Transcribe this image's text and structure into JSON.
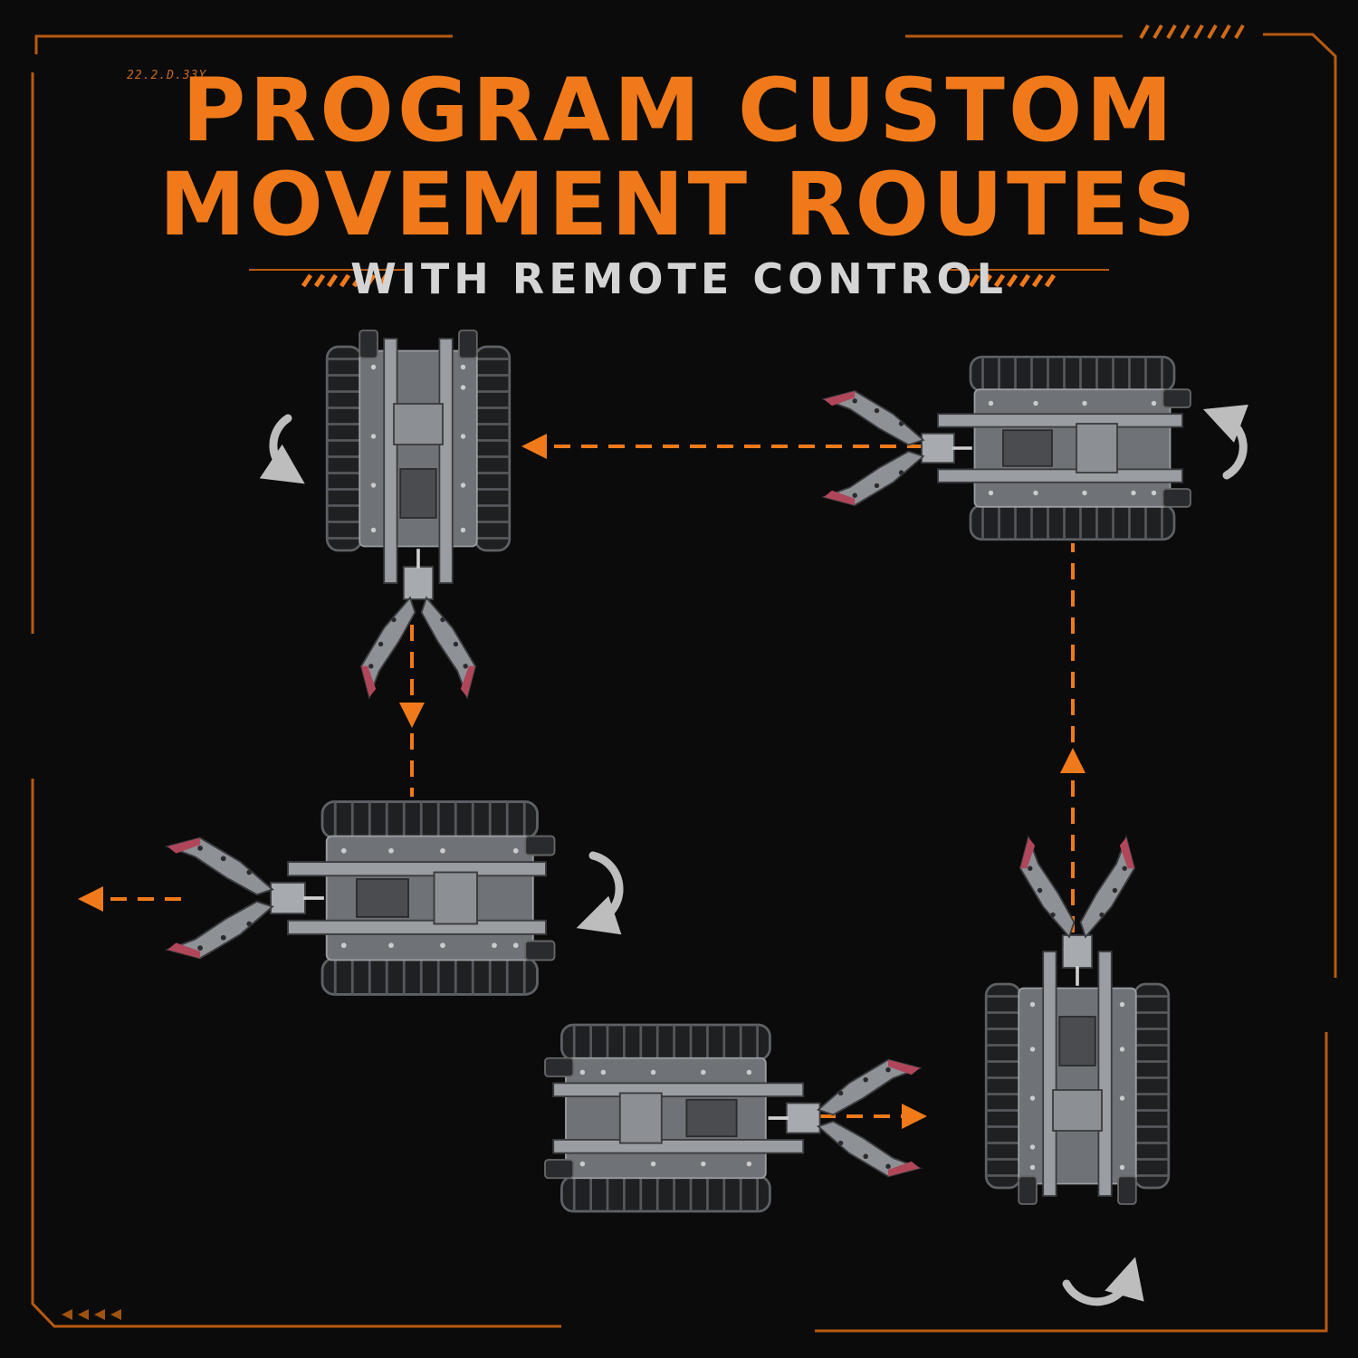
{
  "header": {
    "title_line1": "PROGRAM CUSTOM",
    "title_line2": "MOVEMENT ROUTES",
    "subtitle": "WITH REMOTE CONTROL"
  },
  "decor": {
    "corner_code": "22.2.D.33Y"
  },
  "colors": {
    "background": "#0b0b0b",
    "accent_orange": "#f07a1a",
    "frame_orange": "#b85a12",
    "subtitle_gray": "#d4d4d4",
    "robot_metal": "#8a8d92",
    "robot_dark": "#2a2b2e",
    "rotation_arrow": "#bdbdbd"
  },
  "icons": {
    "robot": "tracked-robot-with-claw-icon",
    "direction": "dashed-arrow-icon",
    "rotate": "rotate-arrow-icon"
  }
}
